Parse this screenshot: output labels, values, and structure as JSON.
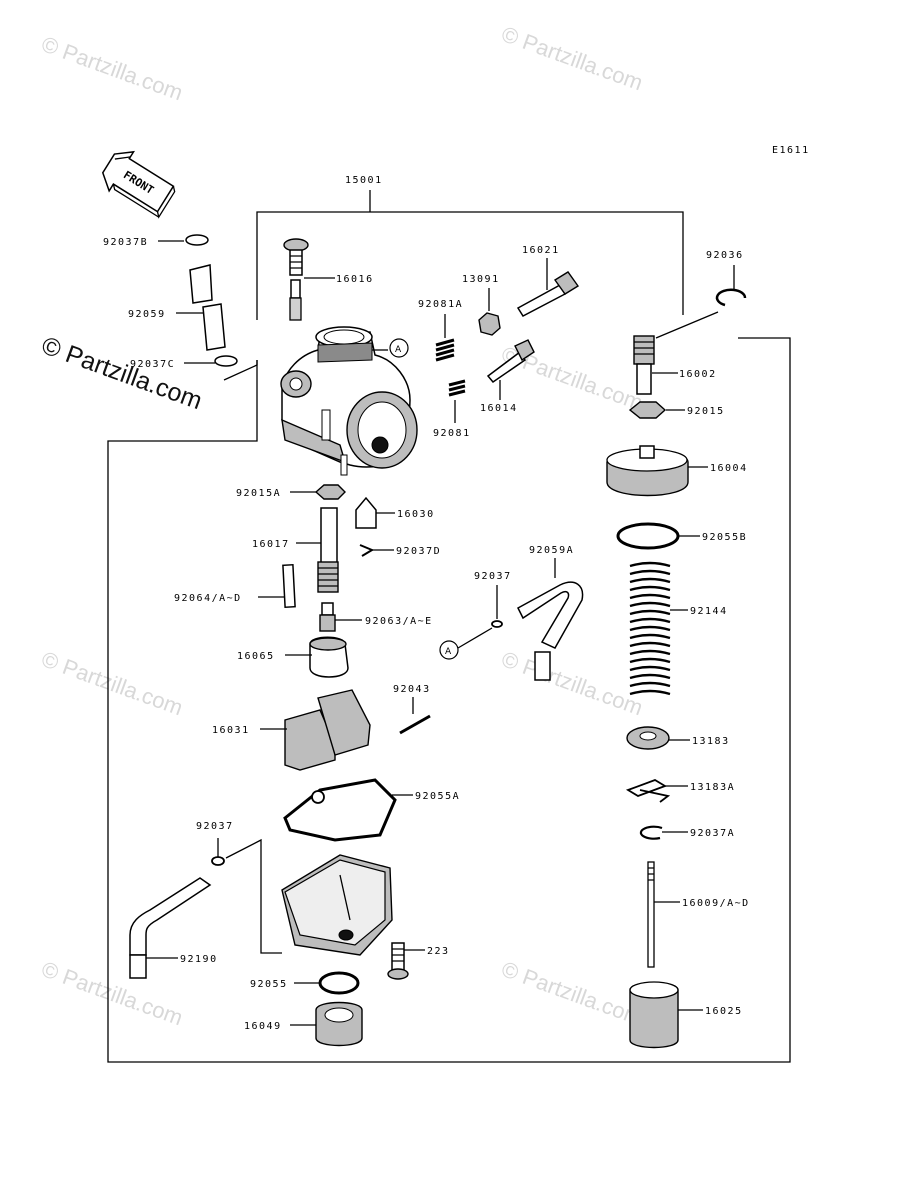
{
  "figure_code": "E1611",
  "front_label": "FRONT",
  "watermark_text": "© Partzilla.com",
  "ref_A": "A",
  "labels": {
    "p15001": "15001",
    "p92037B": "92037B",
    "p92059": "92059",
    "p92037C": "92037C",
    "p16016": "16016",
    "p92081A": "92081A",
    "p13091": "13091",
    "p16021": "16021",
    "p92036": "92036",
    "p16002": "16002",
    "p16014": "16014",
    "p92081": "92081",
    "p92015": "92015",
    "p16004": "16004",
    "p92015A": "92015A",
    "p16030": "16030",
    "p16017": "16017",
    "p92037D": "92037D",
    "p92055B": "92055B",
    "p92059A": "92059A",
    "p92037_mid": "92037",
    "p92064": "92064/A~D",
    "p92063": "92063/A~E",
    "p92144": "92144",
    "p16065": "16065",
    "p92043": "92043",
    "p16031": "16031",
    "p13183": "13183",
    "p13183A": "13183A",
    "p92055A": "92055A",
    "p92037A": "92037A",
    "p92037_low": "92037",
    "p16009": "16009/A~D",
    "p92190": "92190",
    "p223": "223",
    "p92055": "92055",
    "p16025": "16025",
    "p16049": "16049"
  }
}
